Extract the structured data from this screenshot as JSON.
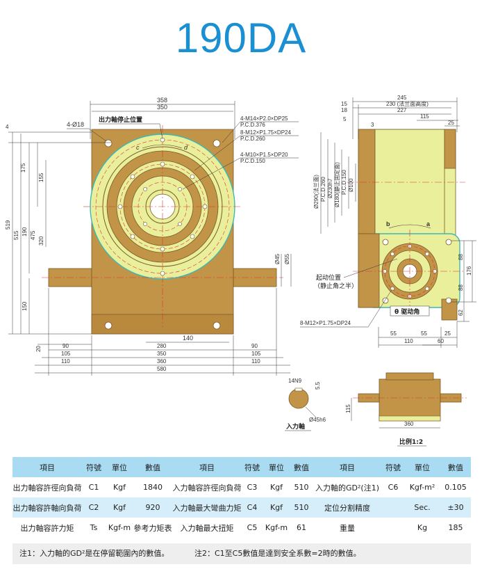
{
  "title": "190DA",
  "front": {
    "top_dims": [
      "358",
      "350"
    ],
    "hole_note": "4-Ø18",
    "stop_label": "出力軸停止位置",
    "bolt_notes": [
      "4-M14×P2.0×DP25",
      "P.C.D.376",
      "8-M12×P1.75×DP24",
      "P.C.D.260",
      "4-M10×P1.5×DP20",
      "P.C.D.150"
    ],
    "rot_c": "c",
    "rot_d": "d",
    "left_dims": [
      "4",
      "175",
      "155",
      "519",
      "515",
      "190",
      "475",
      "320",
      "150",
      "20"
    ],
    "right_dims": [
      "Ø45",
      "Ø55"
    ],
    "mid_dim": "140",
    "bottom_dims": [
      "90",
      "280",
      "90",
      "105",
      "350",
      "105",
      "110",
      "360",
      "110",
      "580"
    ]
  },
  "side": {
    "top_dims": [
      "245",
      "230 (法兰面高度)",
      "227",
      "115",
      "25"
    ],
    "left_small": [
      "15",
      "18",
      "5",
      "3"
    ],
    "vert_dims": [
      "Ø290(法兰面)",
      "P.C.D.260",
      "Ø230h7",
      "Ø180(静止固定面)",
      "P.C.D.150",
      "Ø100"
    ],
    "rot_b": "b",
    "rot_a": "a",
    "start_label_1": "起动位置",
    "start_label_2": "（静止角之半）",
    "theta_label": "θ 驱动角",
    "bolt_note": "8-M12×P1.75×DP24",
    "right_dims": [
      "88",
      "176",
      "88",
      "62"
    ],
    "bottom_dims": [
      "55",
      "55",
      "25",
      "110",
      "60"
    ]
  },
  "input_shaft": {
    "key_dims": [
      "14N9",
      "5.5"
    ],
    "dia": "Ø45h6",
    "label": "入力軸"
  },
  "top_view": {
    "dims": [
      "115",
      "360"
    ],
    "scale": "比例1:2"
  },
  "table": {
    "headers": [
      "項目",
      "符號",
      "單位",
      "數值",
      "項目",
      "符號",
      "單位",
      "數值",
      "項目",
      "符號",
      "單位",
      "數值"
    ],
    "rows": [
      [
        "出力軸容許徑向負荷",
        "C1",
        "Kgf",
        "1840",
        "入力軸容許徑向負荷",
        "C3",
        "Kgf",
        "510",
        "入力軸的GD²(注1)",
        "C6",
        "Kgf-m²",
        "0.105"
      ],
      [
        "出力軸容許軸向負荷",
        "C2",
        "Kgf",
        "920",
        "入力軸最大彎曲力矩",
        "C4",
        "Kgf",
        "510",
        "定位分割精度",
        "",
        "Sec.",
        "±30"
      ],
      [
        "出力軸容許力矩",
        "Ts",
        "Kgf-m",
        "參考力矩表",
        "入力軸最大扭矩",
        "C5",
        "Kgf-m",
        "61",
        "重量",
        "",
        "Kg",
        "185"
      ]
    ]
  },
  "notes": {
    "note1": "注1：入力軸的GD²是在停留範圍內的數值。",
    "note2": "注2：C1至C5數值是達到安全系數=2時的數值。"
  },
  "colors": {
    "title": "#1a8fd2",
    "body_brown": "#c29447",
    "flange_yellow": "#e9ef9a",
    "outline_teal": "#3fb7b4",
    "table_header": "#a9dcf3",
    "table_alt": "#d6eef9"
  }
}
